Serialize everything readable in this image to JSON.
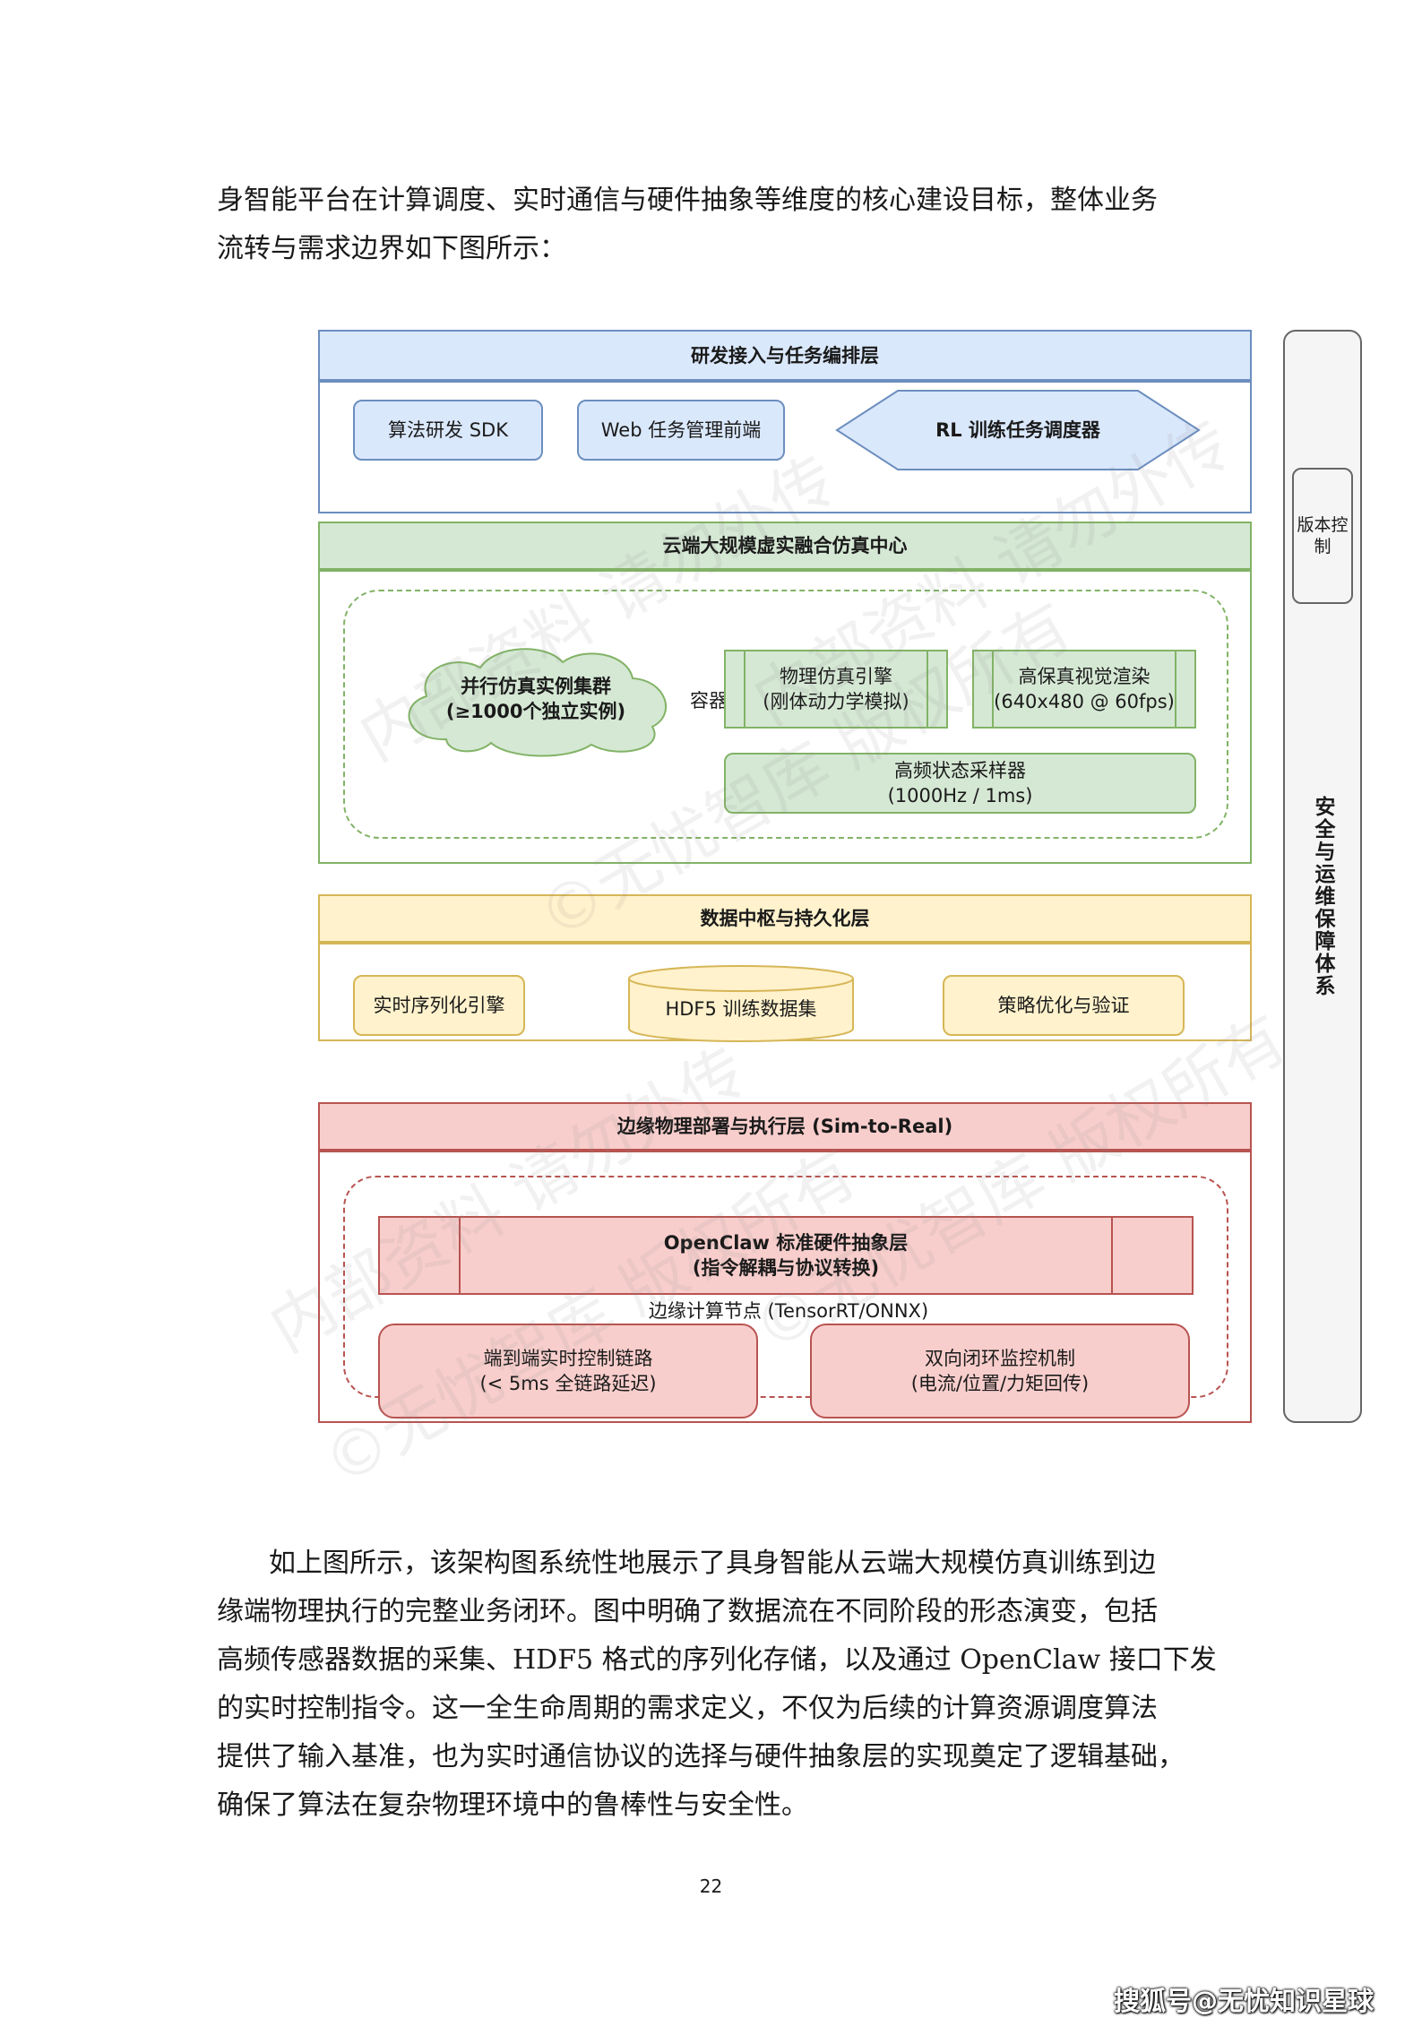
{
  "intro_lines": [
    "身智能平台在计算调度、实时通信与硬件抽象等维度的核心建设目标，整体业务",
    "流转与需求边界如下图所示："
  ],
  "diagram": {
    "layer1": {
      "title": "研发接入与任务编排层",
      "sdk": "算法研发 SDK",
      "web": "Web 任务管理前端",
      "rl": "RL 训练任务调度器"
    },
    "layer2": {
      "title": "云端大规模虚实融合仿真中心",
      "cloud_line1": "并行仿真实例集群",
      "cloud_line2": "(≥1000个独立实例)",
      "container_label": "容器",
      "physics_line1": "物理仿真引擎",
      "physics_line2": "(刚体动力学模拟)",
      "render_line1": "高保真视觉渲染",
      "render_line2": "(640x480 @ 60fps)",
      "sampler_line1": "高频状态采样器",
      "sampler_line2": "(1000Hz / 1ms)"
    },
    "layer3": {
      "title": "数据中枢与持久化层",
      "serializer": "实时序列化引擎",
      "hdf5": "HDF5 训练数据集",
      "policy": "策略优化与验证"
    },
    "layer4": {
      "title": "边缘物理部署与执行层 (Sim-to-Real)",
      "openclaw_line1": "OpenClaw 标准硬件抽象层",
      "openclaw_line2": "(指令解耦与协议转换)",
      "edge_node": "边缘计算节点 (TensorRT/ONNX)",
      "control_line1": "端到端实时控制链路",
      "control_line2": "(< 5ms 全链路延迟)",
      "monitor_line1": "双向闭环监控机制",
      "monitor_line2": "(电流/位置/力矩回传)"
    },
    "side": {
      "version_line1": "版本控",
      "version_line2": "制",
      "security": "安全与运维保障体系"
    }
  },
  "body_lines": [
    "如上图所示，该架构图系统性地展示了具身智能从云端大规模仿真训练到边",
    "缘端物理执行的完整业务闭环。图中明确了数据流在不同阶段的形态演变，包括",
    "高频传感器数据的采集、HDF5 格式的序列化存储，以及通过 OpenClaw 接口下发",
    "的实时控制指令。这一全生命周期的需求定义，不仅为后续的计算资源调度算法",
    "提供了输入基准，也为实时通信协议的选择与硬件抽象层的实现奠定了逻辑基础，",
    "确保了算法在复杂物理环境中的鲁棒性与安全性。"
  ],
  "page_number": "22",
  "credit": "搜狐号@无忧知识星球",
  "watermark_text": [
    "内部资料 请勿外传",
    "©无忧智库 版权所有"
  ],
  "colors": {
    "blue_fill": "#dae8fc",
    "blue_stroke": "#6c8ebf",
    "green_fill": "#d5e8d4",
    "green_stroke": "#82b366",
    "yellow_fill": "#fff2cc",
    "yellow_stroke": "#d6b656",
    "red_fill": "#f8cecc",
    "red_stroke": "#b85450",
    "gray_fill": "#f5f5f5",
    "gray_stroke": "#666666"
  }
}
